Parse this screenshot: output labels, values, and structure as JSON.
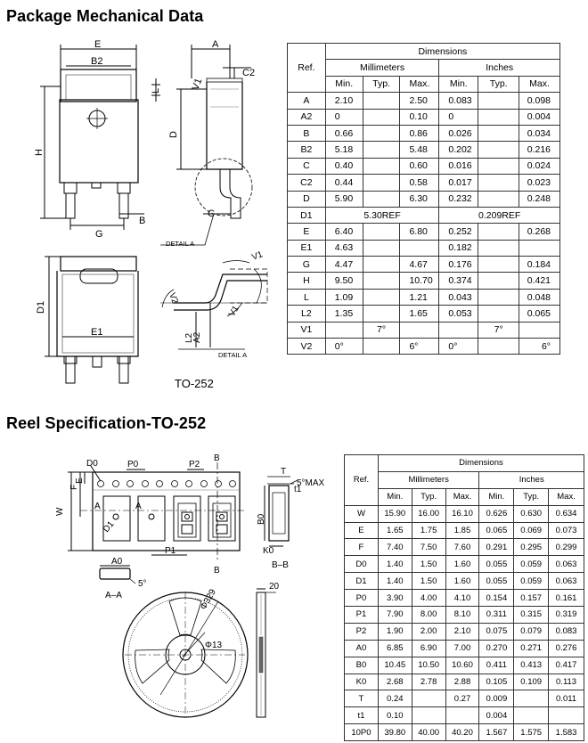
{
  "sections": {
    "package_title": "Package Mechanical Data",
    "reel_title": "Reel Specification-TO-252"
  },
  "package_drawing": {
    "caption": "TO-252",
    "labels": {
      "E": "E",
      "B2": "B2",
      "L": "L",
      "H": "H",
      "G": "G",
      "B": "B",
      "A": "A",
      "C2": "C2",
      "V1": "V1",
      "D": "D",
      "C": "C",
      "detail_a": "DETAIL A",
      "D1": "D1",
      "E1": "E1",
      "V2": "V2",
      "A2": "A2",
      "L2": "L2"
    }
  },
  "package_table": {
    "headers": {
      "ref": "Ref.",
      "dimensions": "Dimensions",
      "mm": "Millimeters",
      "inches": "Inches",
      "min": "Min.",
      "typ": "Typ.",
      "max": "Max."
    },
    "rows": [
      {
        "ref": "A",
        "mm_min": "2.10",
        "mm_typ": "",
        "mm_max": "2.50",
        "in_min": "0.083",
        "in_typ": "",
        "in_max": "0.098"
      },
      {
        "ref": "A2",
        "mm_min": "0",
        "mm_typ": "",
        "mm_max": "0.10",
        "in_min": "0",
        "in_typ": "",
        "in_max": "0.004"
      },
      {
        "ref": "B",
        "mm_min": "0.66",
        "mm_typ": "",
        "mm_max": "0.86",
        "in_min": "0.026",
        "in_typ": "",
        "in_max": "0.034"
      },
      {
        "ref": "B2",
        "mm_min": "5.18",
        "mm_typ": "",
        "mm_max": "5.48",
        "in_min": "0.202",
        "in_typ": "",
        "in_max": "0.216"
      },
      {
        "ref": "C",
        "mm_min": "0.40",
        "mm_typ": "",
        "mm_max": "0.60",
        "in_min": "0.016",
        "in_typ": "",
        "in_max": "0.024"
      },
      {
        "ref": "C2",
        "mm_min": "0.44",
        "mm_typ": "",
        "mm_max": "0.58",
        "in_min": "0.017",
        "in_typ": "",
        "in_max": "0.023"
      },
      {
        "ref": "D",
        "mm_min": "5.90",
        "mm_typ": "",
        "mm_max": "6.30",
        "in_min": "0.232",
        "in_typ": "",
        "in_max": "0.248"
      },
      {
        "ref": "D1",
        "span": true,
        "mm_ref": "5.30REF",
        "in_ref": "0.209REF"
      },
      {
        "ref": "E",
        "mm_min": "6.40",
        "mm_typ": "",
        "mm_max": "6.80",
        "in_min": "0.252",
        "in_typ": "",
        "in_max": "0.268"
      },
      {
        "ref": "E1",
        "mm_min": "4.63",
        "mm_typ": "",
        "mm_max": "",
        "in_min": "0.182",
        "in_typ": "",
        "in_max": ""
      },
      {
        "ref": "G",
        "mm_min": "4.47",
        "mm_typ": "",
        "mm_max": "4.67",
        "in_min": "0.176",
        "in_typ": "",
        "in_max": "0.184"
      },
      {
        "ref": "H",
        "mm_min": "9.50",
        "mm_typ": "",
        "mm_max": "10.70",
        "in_min": "0.374",
        "in_typ": "",
        "in_max": "0.421"
      },
      {
        "ref": "L",
        "mm_min": "1.09",
        "mm_typ": "",
        "mm_max": "1.21",
        "in_min": "0.043",
        "in_typ": "",
        "in_max": "0.048"
      },
      {
        "ref": "L2",
        "mm_min": "1.35",
        "mm_typ": "",
        "mm_max": "1.65",
        "in_min": "0.053",
        "in_typ": "",
        "in_max": "0.065"
      },
      {
        "ref": "V1",
        "mm_min": "",
        "mm_typ": "7°",
        "mm_max": "",
        "in_min": "",
        "in_typ": "7°",
        "in_max": ""
      },
      {
        "ref": "V2",
        "mm_min": "0°",
        "mm_typ": "",
        "mm_max": "6°",
        "in_min": "0°",
        "in_typ": "",
        "in_max": "6°"
      }
    ]
  },
  "reel_drawing": {
    "labels": {
      "D0": "D0",
      "P0": "P0",
      "P2": "P2",
      "E": "E",
      "F": "F",
      "W": "W",
      "A": "A",
      "D1": "D1",
      "P1": "P1",
      "B": "B",
      "T": "T",
      "t1": "t1",
      "max5": "5°MAX",
      "B0": "B0",
      "K0": "K0",
      "bb": "B–B",
      "A0": "A0",
      "aa": "A–A",
      "deg5": "5°",
      "dia329": "Φ329",
      "dia13": "Φ13",
      "w20": "20"
    }
  },
  "reel_table": {
    "headers": {
      "ref": "Ref.",
      "dimensions": "Dimensions",
      "mm": "Millimeters",
      "inches": "Inches",
      "min": "Min.",
      "typ": "Typ.",
      "max": "Max."
    },
    "rows": [
      {
        "ref": "W",
        "mm_min": "15.90",
        "mm_typ": "16.00",
        "mm_max": "16.10",
        "in_min": "0.626",
        "in_typ": "0.630",
        "in_max": "0.634"
      },
      {
        "ref": "E",
        "mm_min": "1.65",
        "mm_typ": "1.75",
        "mm_max": "1.85",
        "in_min": "0.065",
        "in_typ": "0.069",
        "in_max": "0.073"
      },
      {
        "ref": "F",
        "mm_min": "7.40",
        "mm_typ": "7.50",
        "mm_max": "7.60",
        "in_min": "0.291",
        "in_typ": "0.295",
        "in_max": "0.299"
      },
      {
        "ref": "D0",
        "mm_min": "1.40",
        "mm_typ": "1.50",
        "mm_max": "1.60",
        "in_min": "0.055",
        "in_typ": "0.059",
        "in_max": "0.063"
      },
      {
        "ref": "D1",
        "mm_min": "1.40",
        "mm_typ": "1.50",
        "mm_max": "1.60",
        "in_min": "0.055",
        "in_typ": "0.059",
        "in_max": "0.063"
      },
      {
        "ref": "P0",
        "mm_min": "3.90",
        "mm_typ": "4.00",
        "mm_max": "4.10",
        "in_min": "0.154",
        "in_typ": "0.157",
        "in_max": "0.161"
      },
      {
        "ref": "P1",
        "mm_min": "7.90",
        "mm_typ": "8.00",
        "mm_max": "8.10",
        "in_min": "0.311",
        "in_typ": "0.315",
        "in_max": "0.319"
      },
      {
        "ref": "P2",
        "mm_min": "1.90",
        "mm_typ": "2.00",
        "mm_max": "2.10",
        "in_min": "0.075",
        "in_typ": "0.079",
        "in_max": "0.083"
      },
      {
        "ref": "A0",
        "mm_min": "6.85",
        "mm_typ": "6.90",
        "mm_max": "7.00",
        "in_min": "0.270",
        "in_typ": "0.271",
        "in_max": "0.276"
      },
      {
        "ref": "B0",
        "mm_min": "10.45",
        "mm_typ": "10.50",
        "mm_max": "10.60",
        "in_min": "0.411",
        "in_typ": "0.413",
        "in_max": "0.417"
      },
      {
        "ref": "K0",
        "mm_min": "2.68",
        "mm_typ": "2.78",
        "mm_max": "2.88",
        "in_min": "0.105",
        "in_typ": "0.109",
        "in_max": "0.113"
      },
      {
        "ref": "T",
        "mm_min": "0.24",
        "mm_typ": "",
        "mm_max": "0.27",
        "in_min": "0.009",
        "in_typ": "",
        "in_max": "0.011"
      },
      {
        "ref": "t1",
        "mm_min": "0.10",
        "mm_typ": "",
        "mm_max": "",
        "in_min": "0.004",
        "in_typ": "",
        "in_max": ""
      },
      {
        "ref": "10P0",
        "mm_min": "39.80",
        "mm_typ": "40.00",
        "mm_max": "40.20",
        "in_min": "1.567",
        "in_typ": "1.575",
        "in_max": "1.583"
      }
    ]
  }
}
